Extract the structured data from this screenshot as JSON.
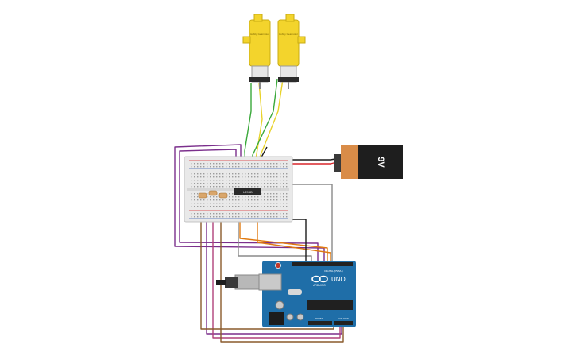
{
  "motors": [
    {
      "label": "Hobby Gearmotor"
    },
    {
      "label": "Hobby Gearmotor"
    }
  ],
  "driver": {
    "label": "L293D"
  },
  "battery": {
    "label": "9V"
  },
  "arduino": {
    "brand": "ARDUINO",
    "model": "UNO",
    "digital_header": "DIGITAL (PWM~)",
    "analog_header": "ANALOG IN",
    "power_header": "POWER"
  },
  "colors": {
    "purple": "#7b2f8c",
    "orange": "#e07a10",
    "green": "#3aa83a",
    "yellow": "#e8d22a",
    "red": "#d8262b",
    "black": "#1c1c1c",
    "gray": "#8a8a8a",
    "brown": "#8a5a2b",
    "pink": "#b0417a",
    "arduino_blue": "#1f6ea8",
    "motor_yellow": "#f3d42c",
    "battery_orange": "#d98c48"
  }
}
